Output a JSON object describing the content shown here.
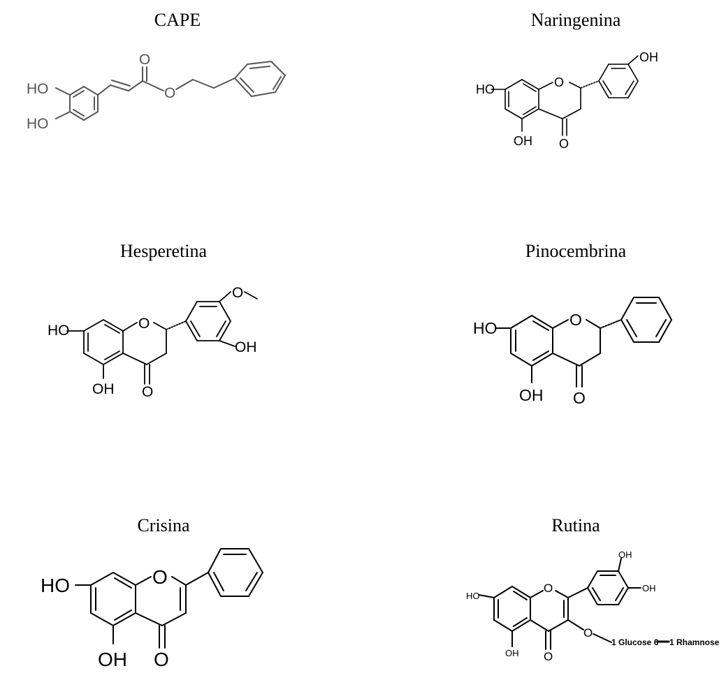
{
  "compounds": [
    {
      "name": "CAPE",
      "labels": {
        "ho1": "HO",
        "ho2": "HO",
        "o1": "O",
        "o2": "O"
      }
    },
    {
      "name": "Naringenina",
      "labels": {
        "ho": "HO",
        "o": "O",
        "oh_top": "OH",
        "oh": "OH",
        "carbonyl": "O"
      }
    },
    {
      "name": "Hesperetina",
      "labels": {
        "ho": "HO",
        "o": "O",
        "ome": "O",
        "oh_ring": "OH",
        "oh": "OH",
        "carbonyl": "O"
      }
    },
    {
      "name": "Pinocembrina",
      "labels": {
        "ho": "HO",
        "o": "O",
        "oh": "OH",
        "carbonyl": "O"
      }
    },
    {
      "name": "Crisina",
      "labels": {
        "ho": "HO",
        "o": "O",
        "oh": "OH",
        "carbonyl": "O"
      }
    },
    {
      "name": "Rutina",
      "labels": {
        "ho": "HO",
        "o": "O",
        "oh1": "OH",
        "oh2": "OH",
        "oh": "OH",
        "carbonyl": "O",
        "o_glyc": "O",
        "sugar1": "1 Glucose 6",
        "sugar2": "1 Rhamnose"
      }
    }
  ]
}
